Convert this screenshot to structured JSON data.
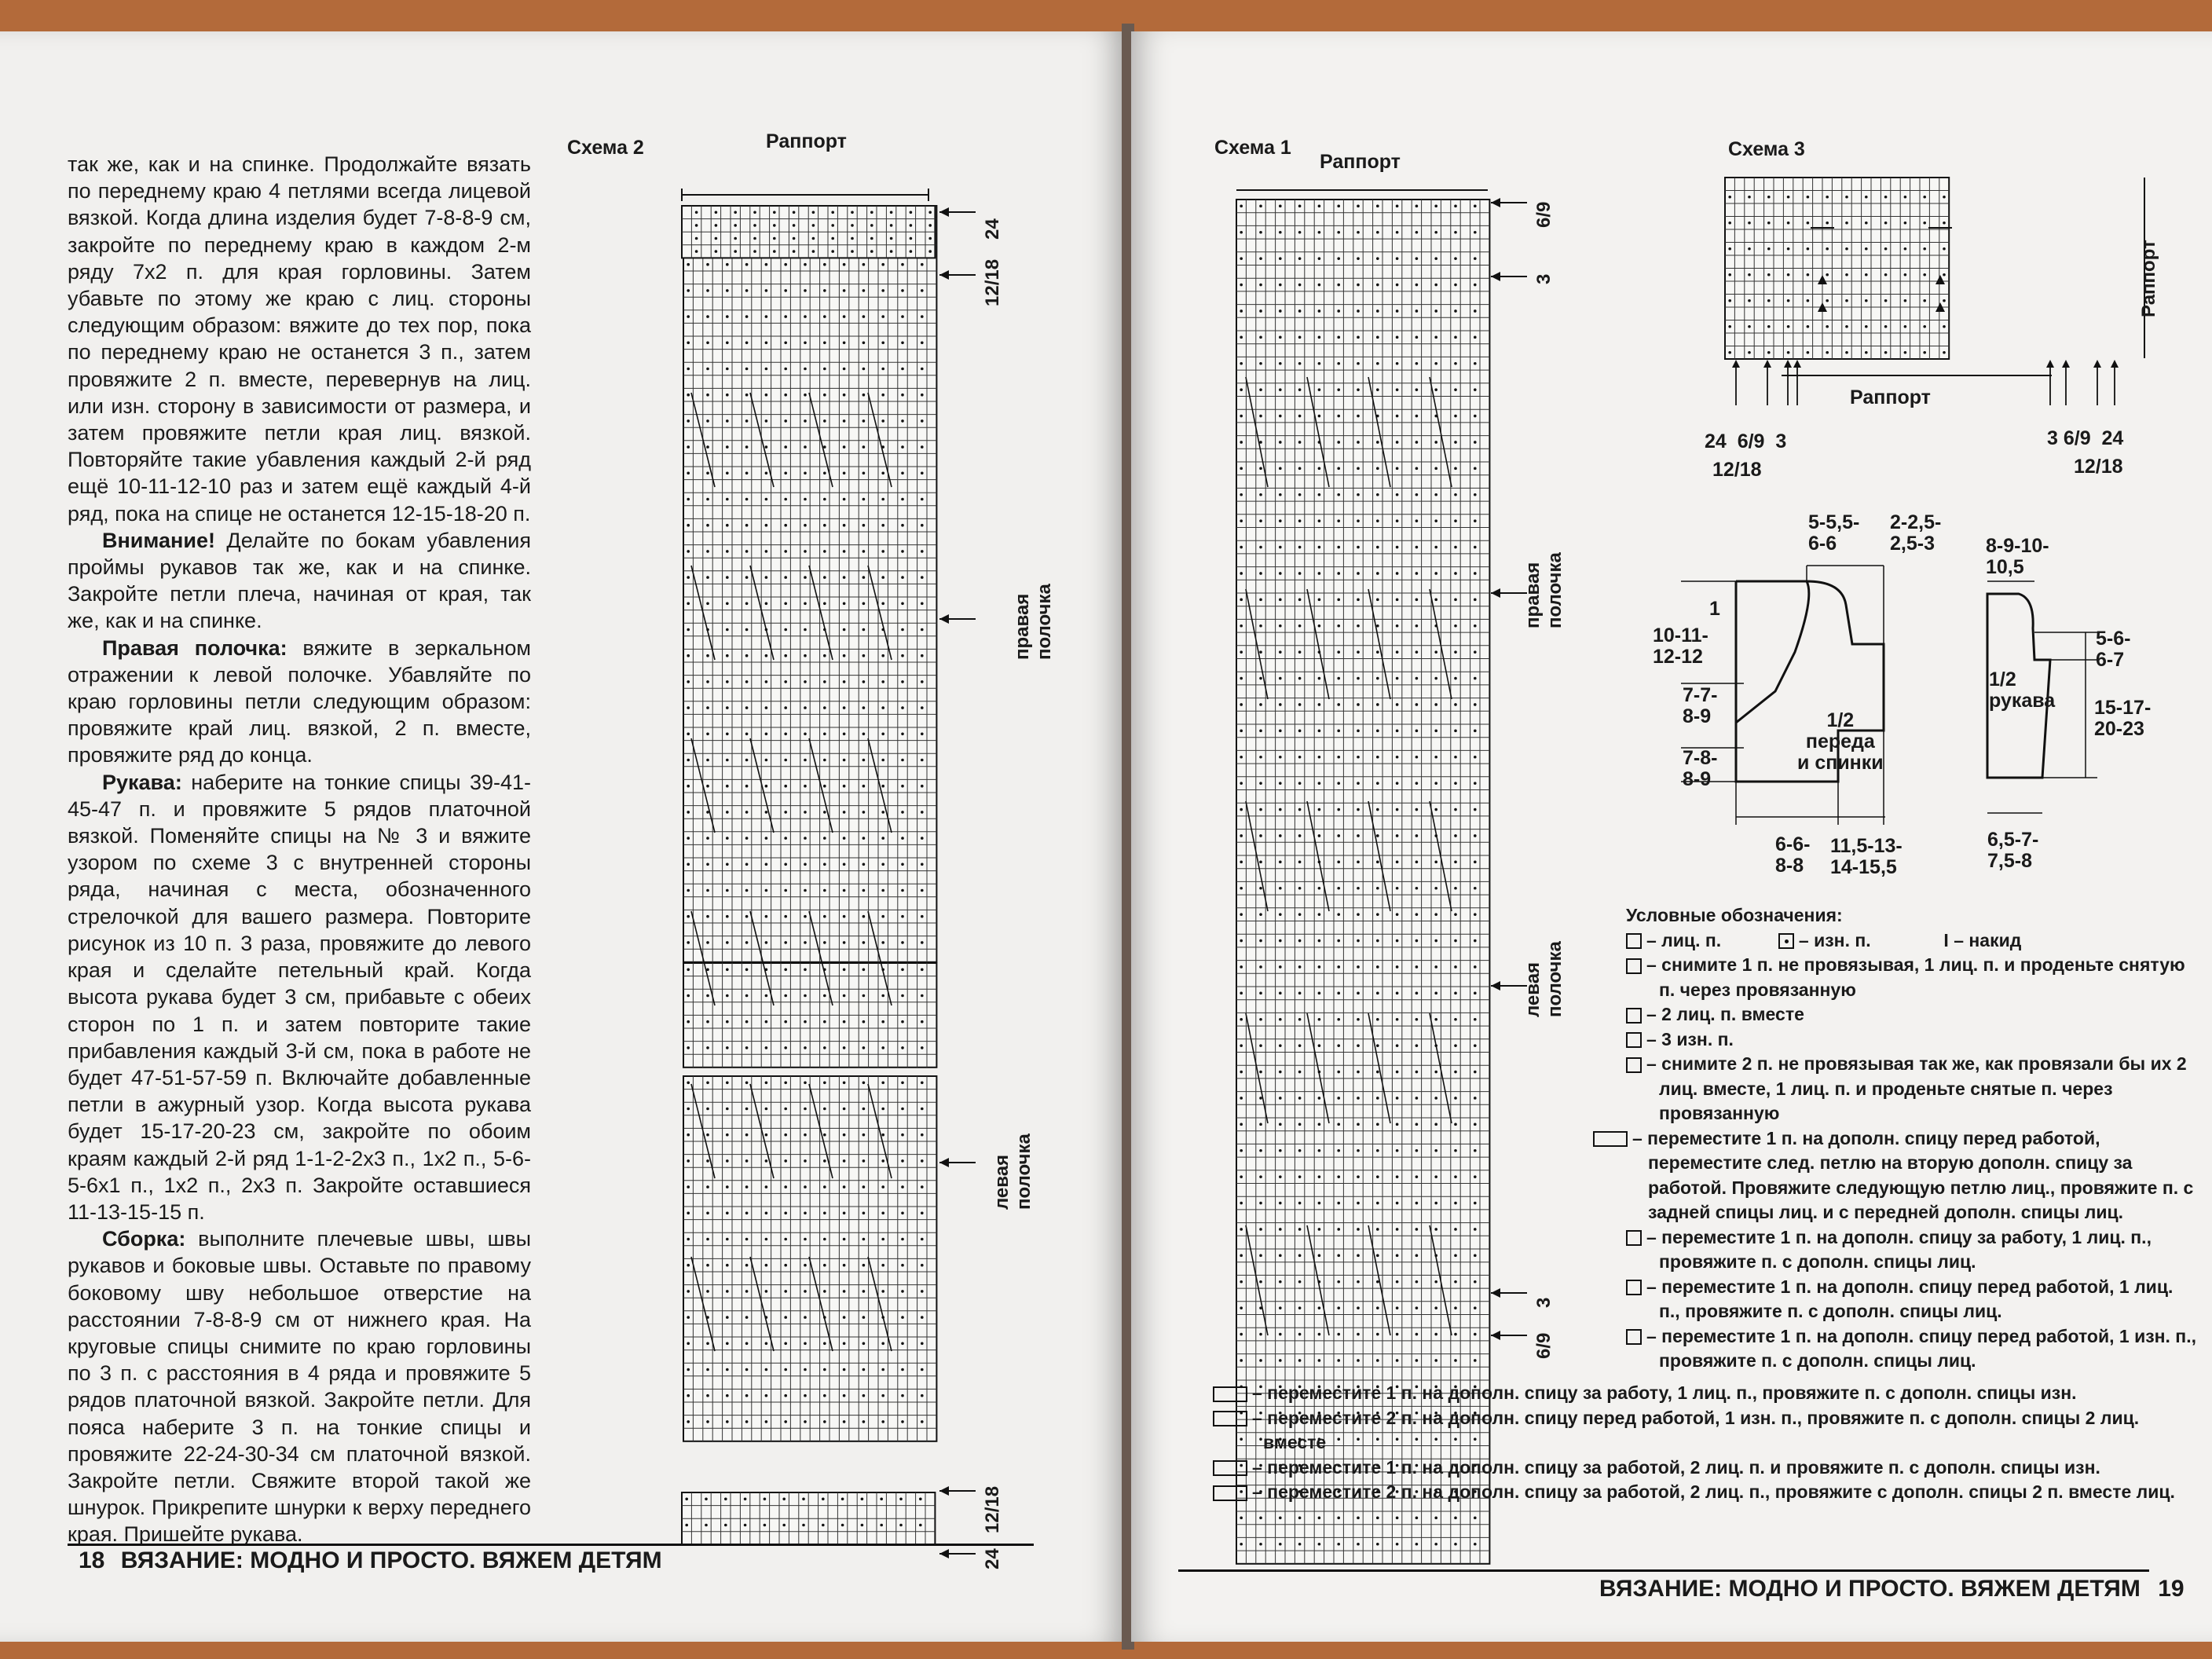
{
  "left_page": {
    "paragraphs": [
      {
        "lead": "",
        "text": "так же, как и на спинке. Продолжайте вязать по переднему краю 4 петлями всегда лицевой вязкой. Когда длина изделия будет 7-8-8-9 см, закройте по переднему краю в каждом 2-м ряду 7х2 п. для края горловины. Затем убавьте по этому же краю с лиц. стороны следующим образом: вяжите до тех пор, пока по переднему краю не останется 3 п., затем провяжите 2 п. вместе, перевернув на лиц. или изн. сторону в зависимости от размера, и затем провяжите петли края лиц. вязкой. Повторяйте такие убавления каждый 2-й ряд ещё 10-11-12-10 раз и затем ещё каждый 4-й ряд, пока на спице не останется 12-15-18-20 п."
      },
      {
        "lead": "Внимание!",
        "text": " Делайте по бокам убавления проймы рукавов так же, как и на спинке. Закройте петли плеча, начиная от края, так же, как и на спинке."
      },
      {
        "lead": "Правая полочка:",
        "text": " вяжите в зеркальном отражении к левой полочке. Убавляйте по краю горловины петли следующим образом: провяжите край лиц. вязкой, 2 п. вместе, провяжите ряд до конца."
      },
      {
        "lead": "Рукава:",
        "text": " наберите на тонкие спицы 39-41-45-47 п. и провяжите 5 рядов платочной вязкой. Поменяйте спицы на № 3 и вяжите узором по схеме 3 с внутренней стороны ряда, начиная с места, обозначенного стрелочкой для вашего размера. Повторите рисунок из 10 п. 3 раза, провяжите до левого края и сделайте петельный край. Когда высота рукава будет 3 см, прибавьте с обеих сторон по 1 п. и затем повторите такие прибавления каждый 3-й см, пока в работе не будет 47-51-57-59 п. Включайте добавленные петли в ажурный узор. Когда высота рукава будет 15-17-20-23 см, закройте по обоим краям каждый 2-й ряд 1-1-2-2х3 п., 1х2 п., 5-6-5-6х1 п., 1х2 п., 2х3 п. Закройте оставшиеся 11-13-15-15 п."
      },
      {
        "lead": "Сборка:",
        "text": " выполните плечевые швы, швы рукавов и боковые швы. Оставьте по правому боковому шву небольшое отверстие на расстоянии 7-8-8-9 см от нижнего края. На круговые спицы снимите по краю горловины по 3 п. с расстояния в 4 ряда и провяжите 5 рядов платочной вязкой. Закройте петли. Для пояса наберите 3 п. на тонкие спицы и провяжите 22-24-30-34 см платочной вязкой. Закройте петли. Свяжите второй такой же шнурок. Прикрепите шнурки к верху переднего края. Пришейте рукава."
      }
    ],
    "schema2": {
      "title": "Схема 2",
      "rapport": "Раппорт",
      "right_polochka": "правая полочка",
      "left_polochka": "левая полочка",
      "size_top_a": "24",
      "size_top_b": "12/18",
      "size_bottom_a": "12/18",
      "size_bottom_b": "24"
    },
    "footer": {
      "page": "18",
      "title": "ВЯЗАНИЕ: МОДНО И ПРОСТО. ВЯЖЕМ ДЕТЯМ"
    }
  },
  "right_page": {
    "schema1": {
      "title": "Схема 1",
      "rapport": "Раппорт",
      "size_top_a": "6/9",
      "size_top_b": "3",
      "right_polochka": "правая полочка",
      "left_polochka": "левая полочка",
      "size_bottom_a": "3",
      "size_bottom_b": "6/9"
    },
    "schema3": {
      "title": "Схема 3",
      "rapport_side": "Раппорт",
      "rapport_bottom": "Раппорт",
      "left_sizes_top": "24  6/9  3",
      "left_sizes_bottom": "12/18",
      "right_sizes_top": "3 6/9  24",
      "right_sizes_bottom": "12/18"
    },
    "pattern": {
      "top_a": "5-5,5-\n6-6",
      "top_b": "2-2,5-\n2,5-3",
      "one": "1",
      "left_1": "10-11-\n12-12",
      "left_2": "7-7-\n8-9",
      "left_3": "7-8-\n8-9",
      "body_label": "1/2\nпереда\nи спинки",
      "bottom_a": "6-6-\n8-8",
      "bottom_b": "11,5-13-\n14-15,5",
      "sleeve_top": "8-9-10-\n10,5",
      "sleeve_label": "1/2\nрукава",
      "sleeve_right_1": "5-6-\n6-7",
      "sleeve_right_2": "15-17-\n20-23",
      "sleeve_bottom": "6,5-7-\n7,5-8"
    },
    "legend": {
      "heading": "Условные обозначения:",
      "knit": "– лиц. п.",
      "purl": "– изн. п.",
      "yo": "I – накид",
      "items": [
        "– снимите 1 п. не провязывая, 1 лиц. п. и проденьте снятую п. через провязанную",
        "– 2 лиц. п. вместе",
        "– 3 изн. п.",
        "– снимите 2 п. не провязывая так же, как провязали бы их 2 лиц. вместе, 1 лиц. п. и проденьте снятые п. через провязанную",
        "– переместите 1 п. на дополн. спицу перед работой, переместите след. петлю на вторую дополн. спицу за работой. Провяжите следующую петлю лиц., провяжите п. с задней спицы лиц. и с передней дополн. спицы лиц.",
        "– переместите 1 п. на дополн. спицу за работу, 1 лиц. п., провяжите п. с дополн. спицы лиц.",
        "– переместите 1 п. на дополн. спицу перед работой, 1 лиц. п., провяжите п. с дополн. спицы лиц.",
        "– переместите 1 п. на дополн. спицу перед работой, 1 изн. п., провяжите п. с дополн. спицы лиц."
      ],
      "wide_items": [
        "– переместите 1 п. на дополн. спицу за работу, 1 лиц. п., провяжите п. с дополн. спицы изн.",
        "– переместите 2 п. на дополн. спицу перед работой, 1 изн. п., провяжите п. с дополн. спицы 2 лиц. вместе",
        "– переместите 1 п. на дополн. спицу за работой, 2 лиц. п. и провяжите п. с дополн. спицы изн.",
        "– переместите 2 п. на дополн. спицу за работой, 2 лиц. п., провяжите с дополн. спицы 2 п. вместе лиц."
      ]
    },
    "footer": {
      "page": "19",
      "title": "ВЯЗАНИЕ: МОДНО И ПРОСТО. ВЯЖЕМ ДЕТЯМ"
    }
  }
}
